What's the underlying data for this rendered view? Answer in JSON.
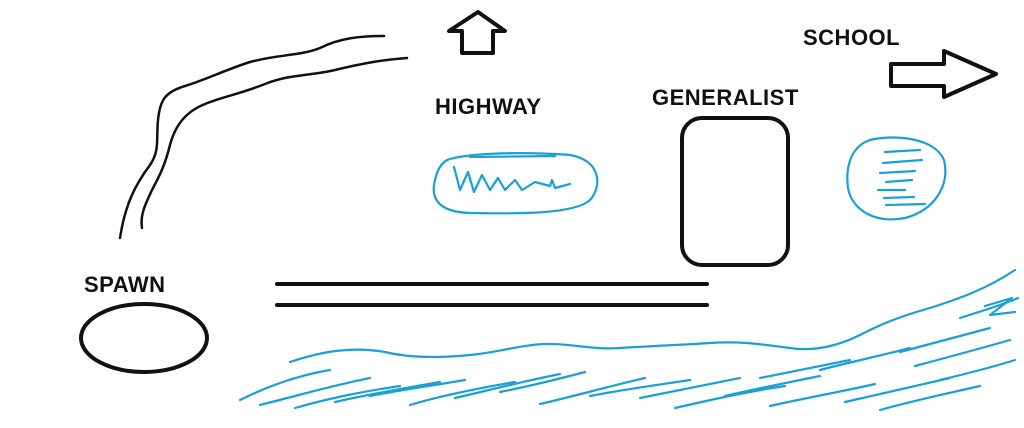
{
  "labels": {
    "highway": "HIGHWAY",
    "generalist": "GENERALIST",
    "school": "SCHOOL",
    "spawn": "SPAWN"
  },
  "colors": {
    "ink": "#111111",
    "water": "#1a9fd6",
    "background": "#ffffff"
  },
  "icons": {
    "up_arrow": "arrow-up-icon",
    "right_arrow": "arrow-right-icon"
  }
}
